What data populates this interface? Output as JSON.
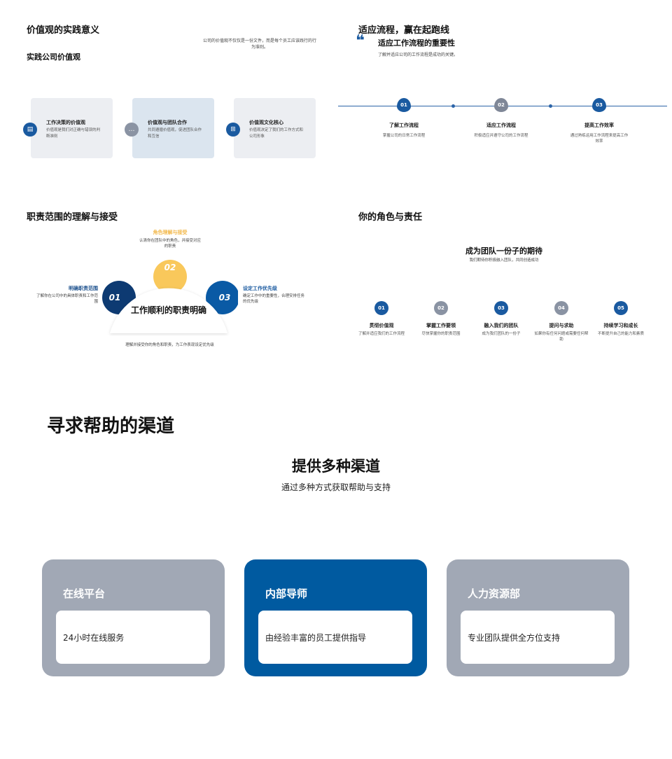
{
  "panel1": {
    "title": "价值观的实践意义",
    "subtitle": "实践公司价值观",
    "note": "公司的价值观不仅仅是一份文件，而是每个员工应该践行的行为准则。",
    "cards": [
      {
        "title": "工作决策的价值观",
        "desc": "价值观是我们对正确与错误的判断准则",
        "icon": "document-icon",
        "color": "#1a5aa0"
      },
      {
        "title": "价值观与团队合作",
        "desc": "共同遵循价值观，促进团队合作和互信",
        "icon": "chat-icon",
        "color": "#8a93a3"
      },
      {
        "title": "价值观文化核心",
        "desc": "价值观决定了我们的工作方式和公司形象",
        "icon": "org-chart-icon",
        "color": "#1a5aa0"
      }
    ]
  },
  "panel2": {
    "title": "适应流程，赢在起跑线",
    "quote_mark": "❝",
    "heading": "适应工作流程的重要性",
    "desc": "了解并适应公司的工作流程是成功的关键。",
    "steps": [
      {
        "num": "01",
        "title": "了解工作流程",
        "desc": "掌握公司的日常工作流程",
        "color": "#1a5aa0"
      },
      {
        "num": "02",
        "title": "适应工作流程",
        "desc": "积极适应并遵守公司的工作流程",
        "color": "#7f8797"
      },
      {
        "num": "03",
        "title": "提高工作效率",
        "desc": "通过熟练运用工作流程来提高工作效率",
        "color": "#1a5aa0"
      }
    ]
  },
  "panel3": {
    "title": "职责范围的理解与接受",
    "center": "工作顺利的职责明确",
    "footer": "理解并接受你的角色和职责，为工作表现设定优先级",
    "items": [
      {
        "num": "01",
        "title": "明确职责范围",
        "desc": "了解你在公司中的具体职责和工作范围",
        "color": "#0d3a72"
      },
      {
        "num": "02",
        "title": "角色理解与接受",
        "desc": "认清你在团队中的角色，并接受对应的职责",
        "color": "#f9c85b"
      },
      {
        "num": "03",
        "title": "设定工作优先级",
        "desc": "确定工作中的重要性，合理安排任务的优先级",
        "color": "#0a5aa5"
      }
    ]
  },
  "panel4": {
    "title": "你的角色与责任",
    "heading": "成为团队一份子的期待",
    "desc": "我们期待你积极融入团队，共同创造成功",
    "steps": [
      {
        "num": "01",
        "title": "贯彻价值观",
        "desc": "了解并适应我们的工作流程",
        "color": "#1a5aa0"
      },
      {
        "num": "02",
        "title": "掌握工作要领",
        "desc": "尽快掌握你的职责范围",
        "color": "#8a93a3"
      },
      {
        "num": "03",
        "title": "融入我们的团队",
        "desc": "成为我们团队的一份子",
        "color": "#1a5aa0"
      },
      {
        "num": "04",
        "title": "提问与求助",
        "desc": "如果你有任何问题或需要任何帮助",
        "color": "#8a93a3"
      },
      {
        "num": "05",
        "title": "持续学习和成长",
        "desc": "不断提升自己的能力和素质",
        "color": "#1a5aa0"
      }
    ]
  },
  "panel5": {
    "title": "寻求帮助的渠道",
    "heading": "提供多种渠道",
    "subheading": "通过多种方式获取帮助与支持",
    "cards": [
      {
        "title": "在线平台",
        "desc": "24小时在线服务"
      },
      {
        "title": "内部导师",
        "desc": "由经验丰富的员工提供指导"
      },
      {
        "title": "人力资源部",
        "desc": "专业团队提供全方位支持"
      }
    ]
  }
}
